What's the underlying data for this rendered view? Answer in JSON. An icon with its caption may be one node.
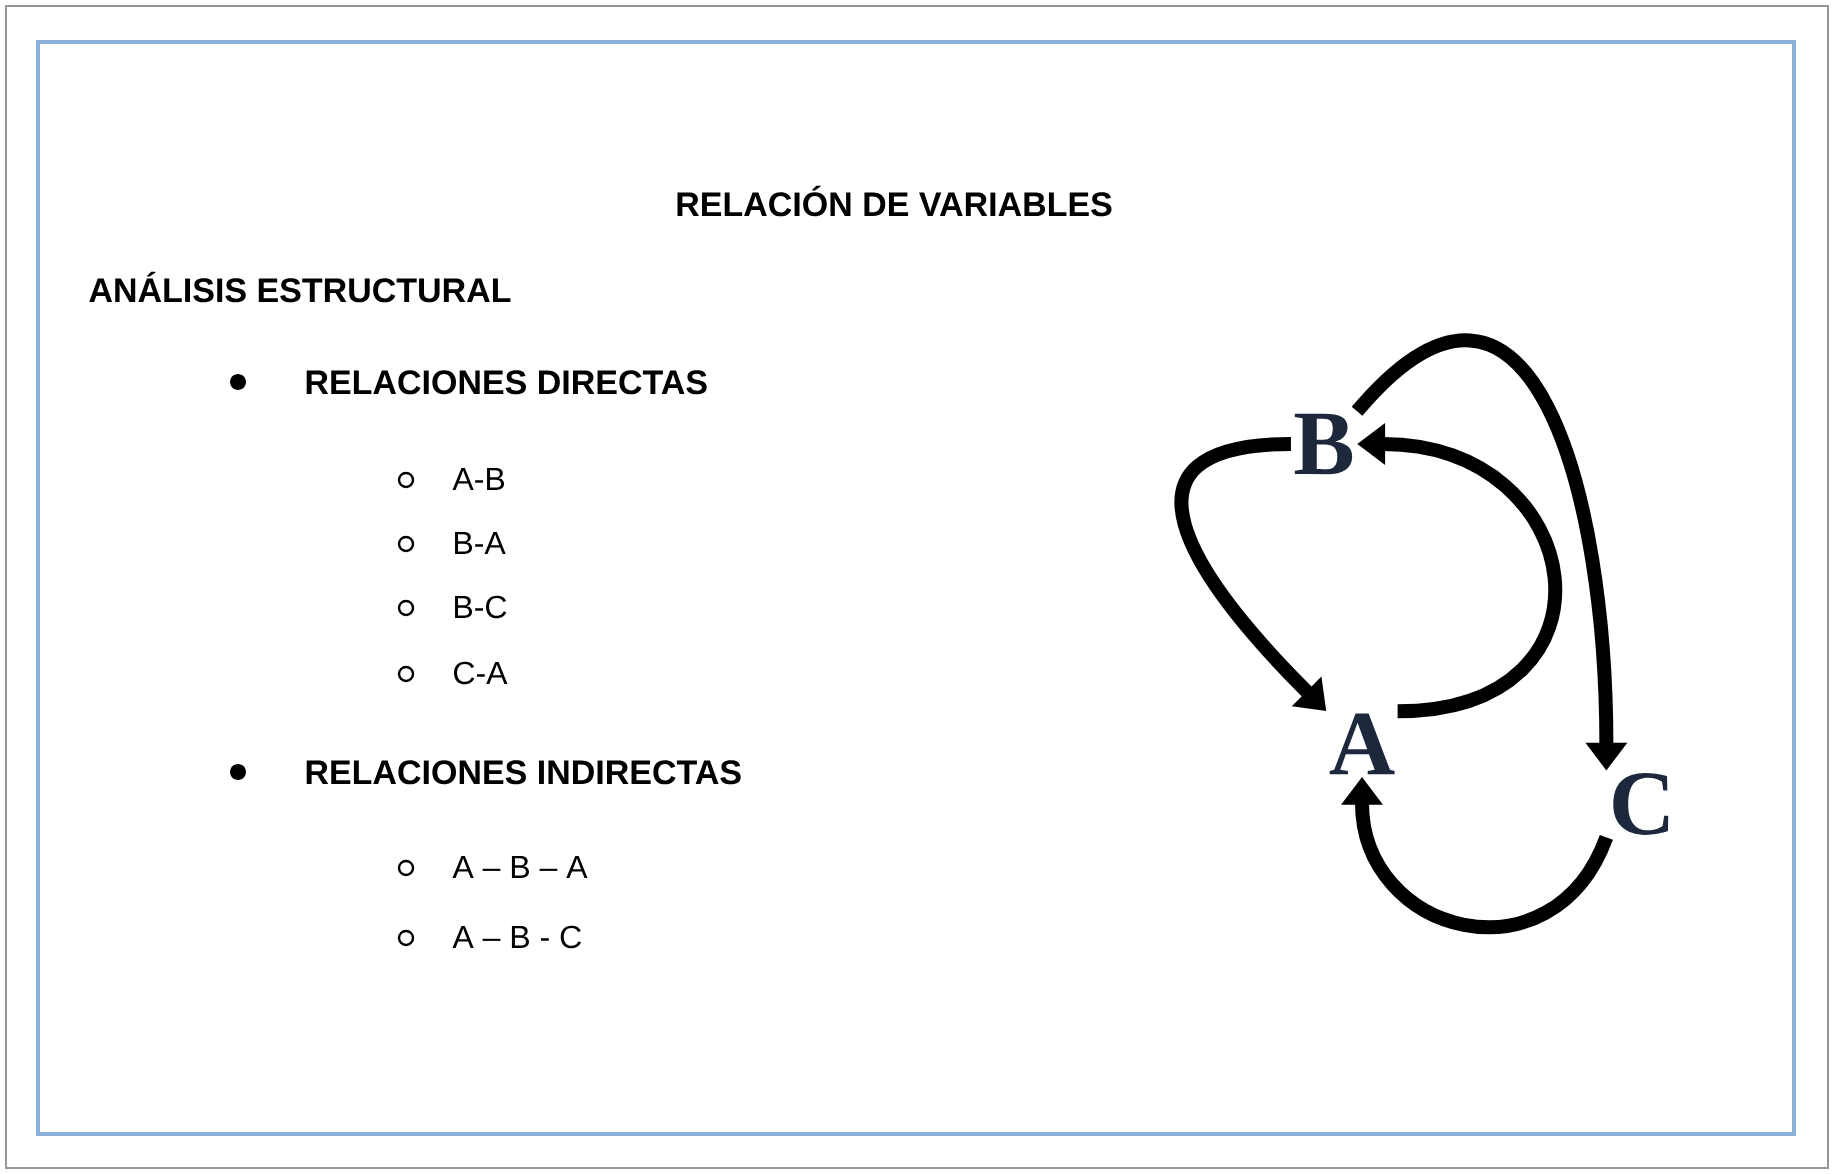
{
  "diagram": {
    "title": "RELACIÓN DE VARIABLES",
    "nodes": [
      {
        "text": [
          "B"
        ]
      },
      {
        "text": [
          "A"
        ]
      },
      {
        "text": [
          "C"
        ]
      }
    ],
    "edges": [
      {
        "from": 0,
        "to": 1,
        "arrow": "to"
      },
      {
        "from": 1,
        "to": 0,
        "arrow": "to"
      },
      {
        "from": 0,
        "to": 2,
        "arrow": "to"
      },
      {
        "from": 2,
        "to": 1,
        "arrow": "to"
      }
    ],
    "labels": [
      "ANÁLISIS ESTRUCTURAL",
      "RELACIONES DIRECTAS",
      "A-B",
      "B-A",
      "B-C",
      "C-A",
      "RELACIONES INDIRECTAS",
      "A – B – A",
      "A – B - C"
    ]
  }
}
